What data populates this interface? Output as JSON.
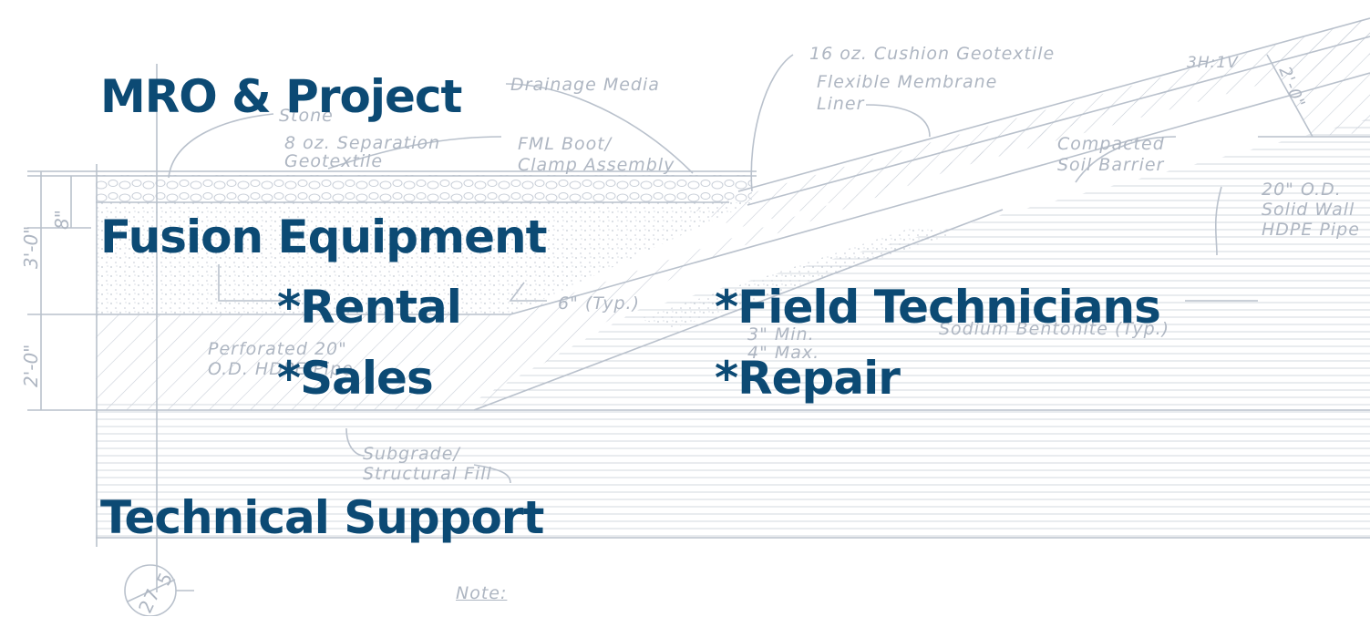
{
  "headlines": {
    "mro_project": "MRO & Project",
    "fusion_equipment": "Fusion Equipment",
    "rental": "*Rental",
    "sales": "*Sales",
    "field_technicians": "*Field Technicians",
    "repair": "*Repair",
    "technical_support": "Technical Support"
  },
  "drawing_labels": {
    "cushion_geotextile": "16 oz. Cushion Geotextile",
    "flexible_membrane": "Flexible Membrane",
    "liner": "Liner",
    "slope": "3H:1V",
    "drainage_media": "Drainage Media",
    "stone": "Stone",
    "separation_geotextile_1": "8 oz. Separation",
    "separation_geotextile_2": "Geotextile",
    "fml_boot_1": "FML Boot/",
    "fml_boot_2": "Clamp Assembly",
    "compacted_1": "Compacted",
    "compacted_2": "Soil Barrier",
    "pipe_1": "20\" O.D.",
    "pipe_2": "Solid Wall",
    "pipe_3": "HDPE Pipe",
    "typ_6": "6\" (Typ.)",
    "perforated_1": "Perforated 20\"",
    "perforated_2": "O.D. HDPE Pipe",
    "min_3": "3\" Min.",
    "max_4": "4\" Max.",
    "bentonite": "Sodium Bentonite (Typ.)",
    "subgrade_1": "Subgrade/",
    "subgrade_2": "Structural Fill",
    "note": "Note:",
    "dim_3ft": "3'-0\"",
    "dim_8in": "8\"",
    "dim_2ft": "2'-0\"",
    "dim_2ft_slope": "2'-0\"",
    "detail_top": "5",
    "detail_bottom": "27"
  },
  "colors": {
    "headline": "#0c4a74",
    "drawing_line": "#b9c1cc",
    "drawing_text": "#aeb6c2"
  }
}
